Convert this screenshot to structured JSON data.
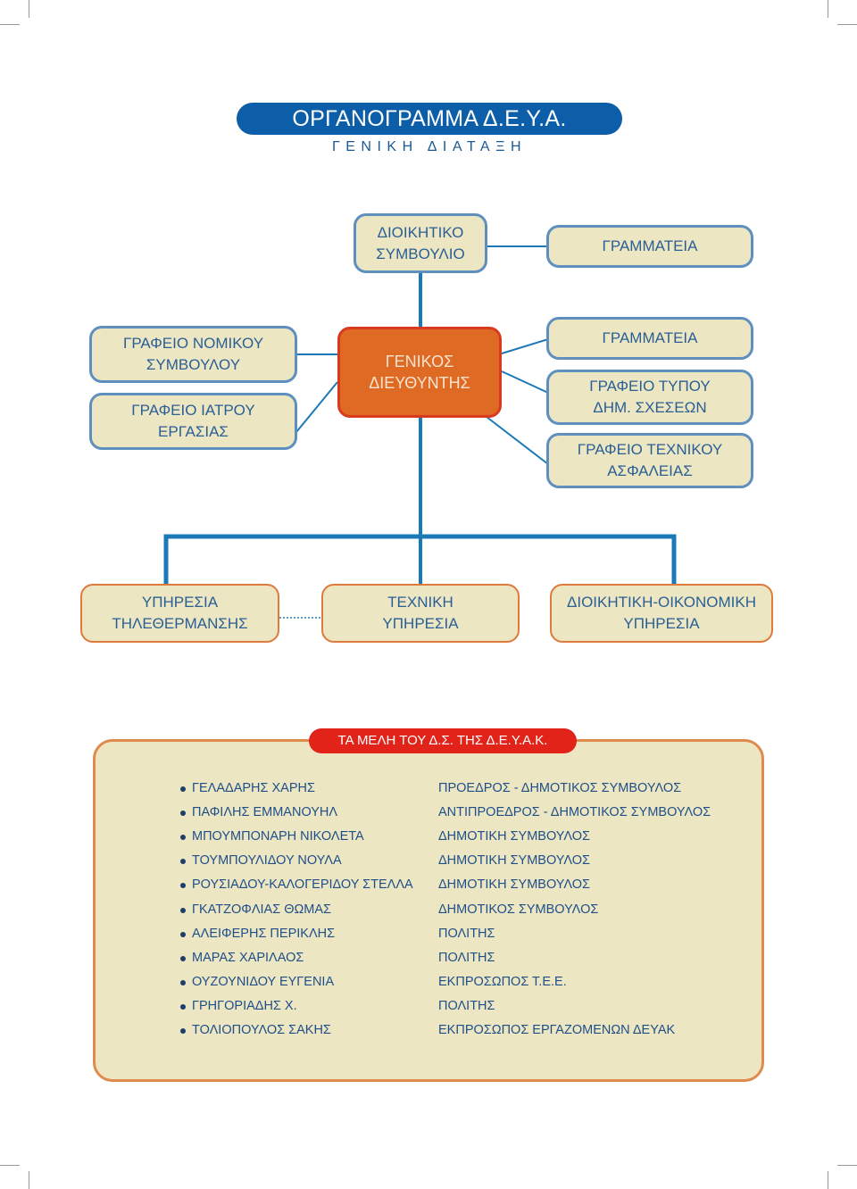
{
  "header": {
    "title": "ΟΡΓΑΝΟΓΡΑΜΜΑ Δ.Ε.Υ.Α. ΚΟΖΑΝΗΣ",
    "subtitle": "ΓΕΝΙΚΗ ΔΙΑΤΑΞΗ"
  },
  "nodes": {
    "board": "ΔΙΟΙΚΗΤΙΚΟ\nΣΥΜΒΟΥΛΙΟ",
    "board_secretariat": "ΓΡΑΜΜΑΤΕΙΑ",
    "legal_office": "ΓΡΑΦΕΙΟ ΝΟΜΙΚΟΥ\nΣΥΜΒΟΥΛΟΥ",
    "doctor_office": "ΓΡΑΦΕΙΟ ΙΑΤΡΟΥ\nΕΡΓΑΣΙΑΣ",
    "general_director": "ΓΕΝΙΚΟΣ\nΔΙΕΥΘΥΝΤΗΣ",
    "director_secretariat": "ΓΡΑΜΜΑΤΕΙΑ",
    "press_office": "ΓΡΑΦΕΙΟ ΤΥΠΟΥ\nΔΗΜ. ΣΧΕΣΕΩΝ",
    "safety_office": "ΓΡΑΦΕΙΟ ΤΕΧΝΙΚΟΥ\nΑΣΦΑΛΕΙΑΣ",
    "heating_service": "ΥΠΗΡΕΣΙΑ\nΤΗΛΕΘΕΡΜΑΝΣΗΣ",
    "technical_service": "ΤΕΧΝΙΚΗ\nΥΠΗΡΕΣΙΑ",
    "admin_finance_service": "ΔΙΟΙΚΗΤΙΚΗ-ΟΙΚΟΝΟΜΙΚΗ\nΥΠΗΡΕΣΙΑ"
  },
  "members": {
    "title": "ΤΑ ΜΕΛΗ ΤΟΥ Δ.Σ. ΤΗΣ Δ.Ε.Υ.Α.Κ.",
    "list": [
      {
        "name": "ΓΕΛΑΔΑΡΗΣ ΧΑΡΗΣ",
        "role": "ΠΡΟΕΔΡΟΣ - ΔΗΜΟΤΙΚΟΣ ΣΥΜΒΟΥΛΟΣ"
      },
      {
        "name": "ΠΑΦΙΛΗΣ ΕΜΜΑΝΟΥΗΛ",
        "role": "ΑΝΤΙΠΡΟΕΔΡΟΣ - ΔΗΜΟΤΙΚΟΣ ΣΥΜΒΟΥΛΟΣ"
      },
      {
        "name": "ΜΠΟΥΜΠΟΝΑΡΗ ΝΙΚΟΛΕΤΑ",
        "role": "ΔΗΜΟΤΙΚΗ ΣΥΜΒΟΥΛΟΣ"
      },
      {
        "name": "ΤΟΥΜΠΟΥΛΙΔΟΥ ΝΟΥΛΑ",
        "role": "ΔΗΜΟΤΙΚΗ ΣΥΜΒΟΥΛΟΣ"
      },
      {
        "name": "ΡΟΥΣΙΑΔΟΥ-ΚΑΛΟΓΕΡΙΔΟΥ ΣΤΕΛΛΑ",
        "role": "ΔΗΜΟΤΙΚΗ ΣΥΜΒΟΥΛΟΣ"
      },
      {
        "name": "ΓΚΑΤΖΟΦΛΙΑΣ ΘΩΜΑΣ",
        "role": "ΔΗΜΟΤΙΚΟΣ ΣΥΜΒΟΥΛΟΣ"
      },
      {
        "name": "ΑΛΕΙΦΕΡΗΣ ΠΕΡΙΚΛΗΣ",
        "role": "ΠΟΛΙΤΗΣ"
      },
      {
        "name": "ΜΑΡΑΣ ΧΑΡΙΛΑΟΣ",
        "role": "ΠΟΛΙΤΗΣ"
      },
      {
        "name": "ΟΥΖΟΥΝΙΔΟΥ ΕΥΓΕΝΙΑ",
        "role": "ΕΚΠΡΟΣΩΠΟΣ Τ.Ε.Ε."
      },
      {
        "name": "ΓΡΗΓΟΡΙΑΔΗΣ Χ.",
        "role": "ΠΟΛΙΤΗΣ"
      },
      {
        "name": "ΤΟΛΙΟΠΟΥΛΟΣ ΣΑΚΗΣ",
        "role": "ΕΚΠΡΟΣΩΠΟΣ ΕΡΓΑΖΟΜΕΝΩΝ ΔΕΥΑΚ"
      }
    ]
  },
  "colors": {
    "title_bar": "#0d5ea8",
    "box_fill": "#ece6c2",
    "box_border_blue": "#5f8fbe",
    "director_fill": "#de6a23",
    "members_title_bar": "#e2231a",
    "connector": "#1c79b8"
  }
}
